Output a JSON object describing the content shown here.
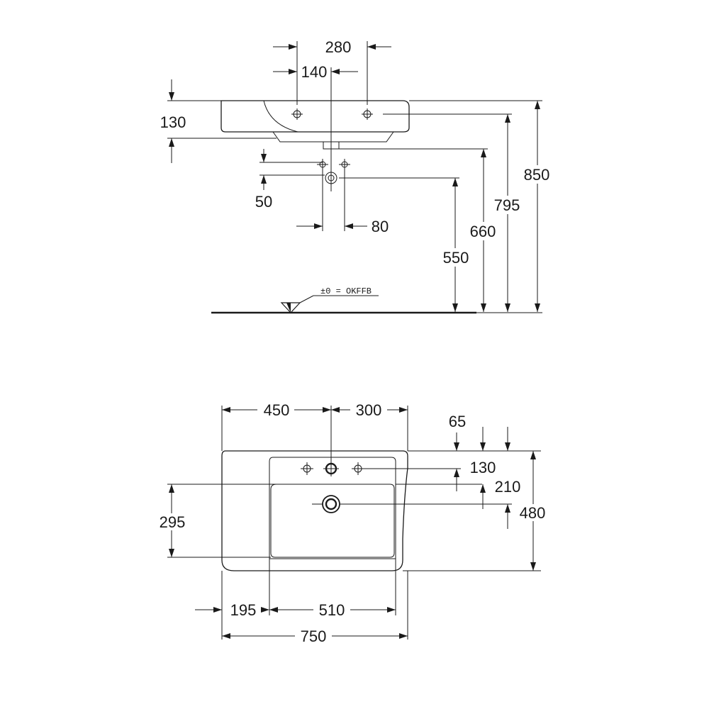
{
  "drawing": {
    "side_view": {
      "dim_280": "280",
      "dim_140": "140",
      "dim_130": "130",
      "dim_50": "50",
      "dim_80": "80",
      "dim_550": "550",
      "dim_660": "660",
      "dim_795": "795",
      "dim_850": "850",
      "floor_label": "±0 = OKFFB"
    },
    "top_view": {
      "dim_450": "450",
      "dim_300": "300",
      "dim_65": "65",
      "dim_130": "130",
      "dim_210": "210",
      "dim_480": "480",
      "dim_295": "295",
      "dim_195": "195",
      "dim_510": "510",
      "dim_750": "750"
    }
  }
}
